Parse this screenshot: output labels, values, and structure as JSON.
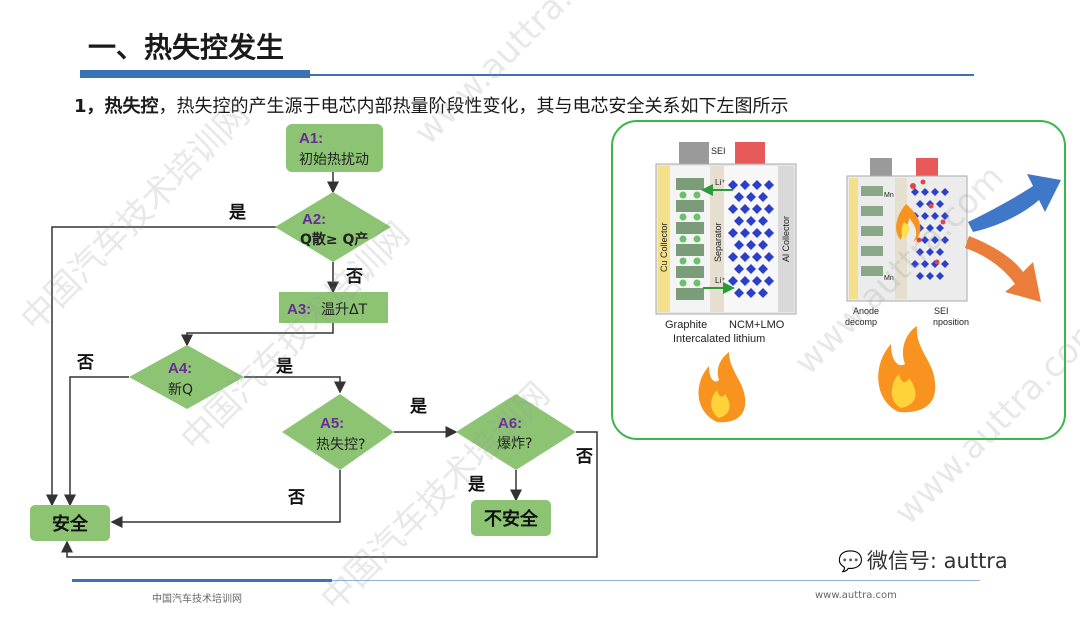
{
  "title": "一、热失控发生",
  "subtitle": {
    "prefix": "1，",
    "bold": "热失控",
    "rest": "，热失控的产生源于电芯内部热量阶段性变化，其与电芯安全关系如下左图所示"
  },
  "flow": {
    "a1": {
      "id": "A1:",
      "text": "初始热扰动"
    },
    "a2": {
      "id": "A2:",
      "text": "Q散≥ Q产"
    },
    "a3": {
      "id": "A3:",
      "text": "温升ΔT"
    },
    "a4": {
      "id": "A4:",
      "text": "新Q"
    },
    "a5": {
      "id": "A5:",
      "text": "热失控?"
    },
    "a6": {
      "id": "A6:",
      "text": "爆炸?"
    },
    "safe": "安全",
    "unsafe": "不安全",
    "labels": {
      "a2_yes": "是",
      "a2_no": "否",
      "a4_no": "否",
      "a4_yes": "是",
      "a5_yes": "是",
      "a5_no": "否",
      "a6_yes": "是",
      "a6_no": "否"
    }
  },
  "cell": {
    "sei_top": "SEI",
    "cu_collector": "Cu Collector",
    "separator": "Separator",
    "al_collector": "Al Collector",
    "li_top": "Li⁺",
    "li_bottom": "Li⁺",
    "graphite": "Graphite",
    "ncm": "NCM+LMO",
    "intercalated": "Intercalated lithium",
    "mn_top": "Mn",
    "mn_bottom": "Mn",
    "anode": "Anode",
    "decomp": "decomp",
    "sei_right": "SEI",
    "nposition": "nposition"
  },
  "colors": {
    "accent": "#3a73b5",
    "box_fill": "#8cc474",
    "id_text": "#6a2a9a",
    "panel_border": "#3cb54a"
  },
  "footer": {
    "left": "中国汽车技术培训网",
    "right": "www.auttra.com",
    "wechat": "微信号: auttra"
  },
  "watermarks": {
    "w1": "中国汽车技术培训网",
    "w2": "www.auttra.com"
  }
}
